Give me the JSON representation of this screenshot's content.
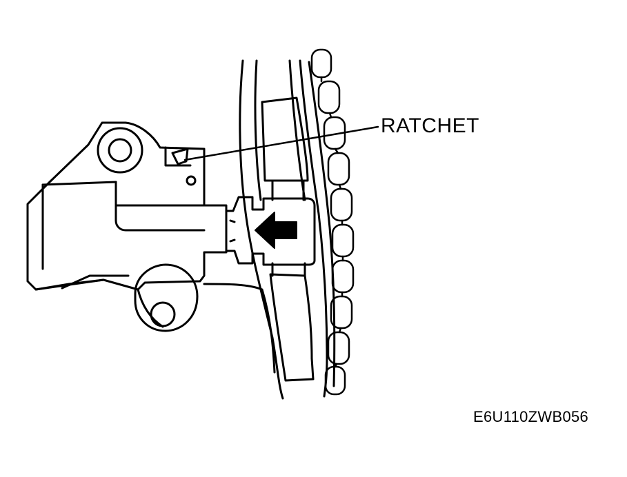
{
  "diagram": {
    "labels": {
      "ratchet": "RATCHET",
      "figure_code": "E6U110ZWB056"
    },
    "colors": {
      "line": "#000000",
      "background": "#ffffff"
    },
    "arrow_direction": "left"
  }
}
